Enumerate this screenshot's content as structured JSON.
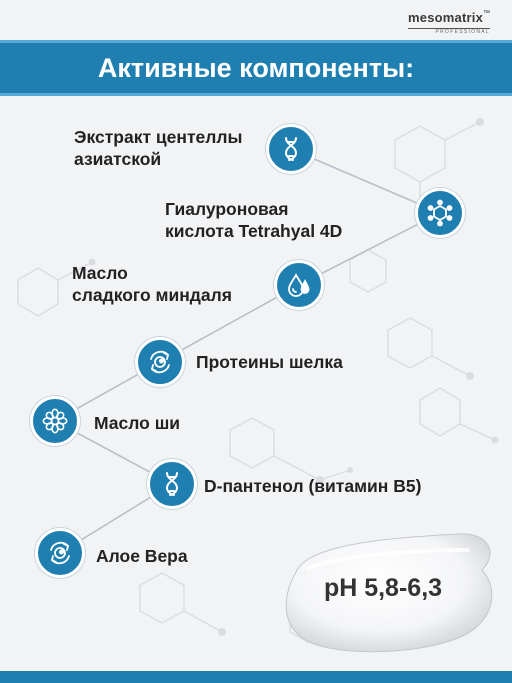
{
  "brand": {
    "name": "mesomatrix",
    "trademark": "™",
    "sub": "PROFESSIONAL"
  },
  "title": "Активные компоненты:",
  "ingredients": [
    {
      "label_lines": [
        "Экстракт центеллы",
        "азиатской"
      ],
      "icon": "dna-icon"
    },
    {
      "label_lines": [
        "Гиалуроновая",
        "кислота Tetrahyal 4D"
      ],
      "icon": "molecule-icon"
    },
    {
      "label_lines": [
        "Масло",
        "сладкого миндаля"
      ],
      "icon": "oil-drops-icon"
    },
    {
      "label_lines": [
        "Протеины шелка"
      ],
      "icon": "cell-cycle-icon"
    },
    {
      "label_lines": [
        "Масло ши"
      ],
      "icon": "flower-icon"
    },
    {
      "label_lines": [
        "D-пантенол (витамин В5)"
      ],
      "icon": "dna-icon"
    },
    {
      "label_lines": [
        "Алое Вера"
      ],
      "icon": "cell-cycle-icon"
    }
  ],
  "ph_text": "pH 5,8-6,3",
  "colors": {
    "accent": "#1f7fb0",
    "accent_light": "#56a9d3",
    "background": "#f2f3f5"
  }
}
